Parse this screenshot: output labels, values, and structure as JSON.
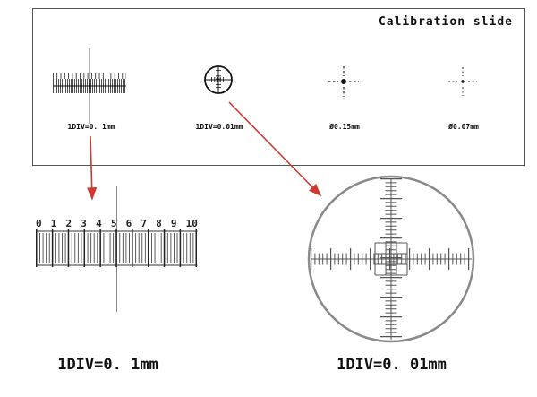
{
  "colors": {
    "accent_red": "#cf3a30",
    "ink": "#111111",
    "line_gray": "#777777"
  },
  "slide_box": {
    "title": "Calibration slide",
    "items": [
      {
        "label": "1DIV=0. 1mm"
      },
      {
        "label": "1DIV=0.01mm"
      },
      {
        "label": "Ø0.15mm"
      },
      {
        "label": "Ø0.07mm"
      }
    ]
  },
  "enlarged_ruler": {
    "numbers": [
      "0",
      "1",
      "2",
      "3",
      "4",
      "5",
      "6",
      "7",
      "8",
      "9",
      "10"
    ],
    "label": "1DIV=0. 1mm"
  },
  "enlarged_reticle": {
    "label": "1DIV=0. 01mm"
  }
}
